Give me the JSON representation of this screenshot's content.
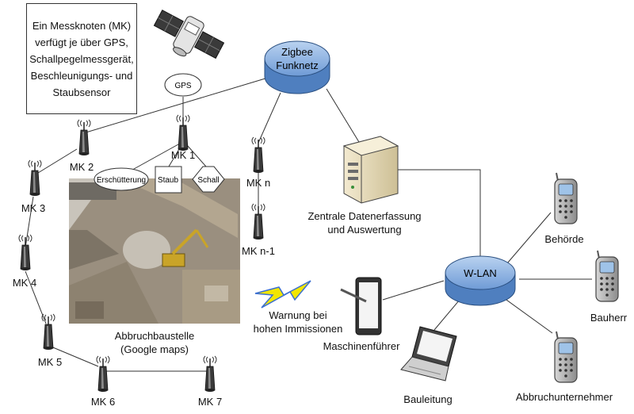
{
  "info_box_text": "Ein Messknoten (MK)\nverfügt je über GPS,\nSchallpegelmessgerät,\nBeschleunigungs- und\nStaubsensor",
  "nodes": {
    "mk1": "MK 1",
    "mk2": "MK 2",
    "mk3": "MK 3",
    "mk4": "MK 4",
    "mk5": "MK 5",
    "mk6": "MK 6",
    "mk7": "MK 7",
    "mkn": "MK n",
    "mkn1": "MK n-1"
  },
  "sensors": {
    "gps": "GPS",
    "vibration": "Erschütterung",
    "dust": "Staub",
    "sound": "Schall"
  },
  "networks": {
    "zigbee": "Zigbee\nFunknetz",
    "wlan": "W-LAN"
  },
  "server_label": "Zentrale Datenerfassung\nund Auswertung",
  "site_label": "Abbruchbaustelle\n(Google maps)",
  "warning_label": "Warnung bei\nhohen Immissionen",
  "devices": {
    "machine_operator": "Maschinenführer",
    "site_management": "Bauleitung",
    "authority": "Behörde",
    "client": "Bauherr",
    "demolition_contractor": "Abbruchunternehmer"
  },
  "colors": {
    "network_blue": "#7da7d9",
    "lightning_yellow": "#f2e600",
    "lightning_blue": "#3b6fd1",
    "server_beige": "#e8dcb8"
  }
}
